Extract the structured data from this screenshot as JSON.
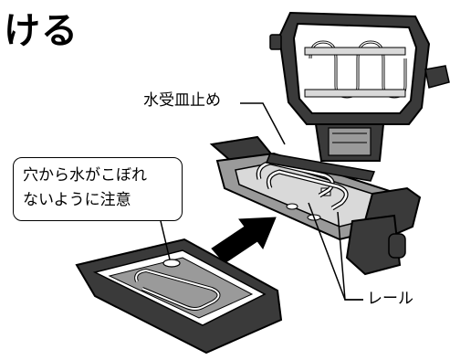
{
  "heading": "ける",
  "labels": {
    "drip_tray_stopper": "水受皿止め",
    "rail": "レール"
  },
  "callout": {
    "lines": [
      "穴から水がこぼれ",
      "ないように注意"
    ]
  },
  "colors": {
    "line": "#000000",
    "dark_fill": "#3a3a3a",
    "mid_fill": "#9a9a9a",
    "light_fill": "#d9d9d9",
    "background": "#ffffff"
  },
  "icons": [
    "arrow-insert-icon"
  ]
}
